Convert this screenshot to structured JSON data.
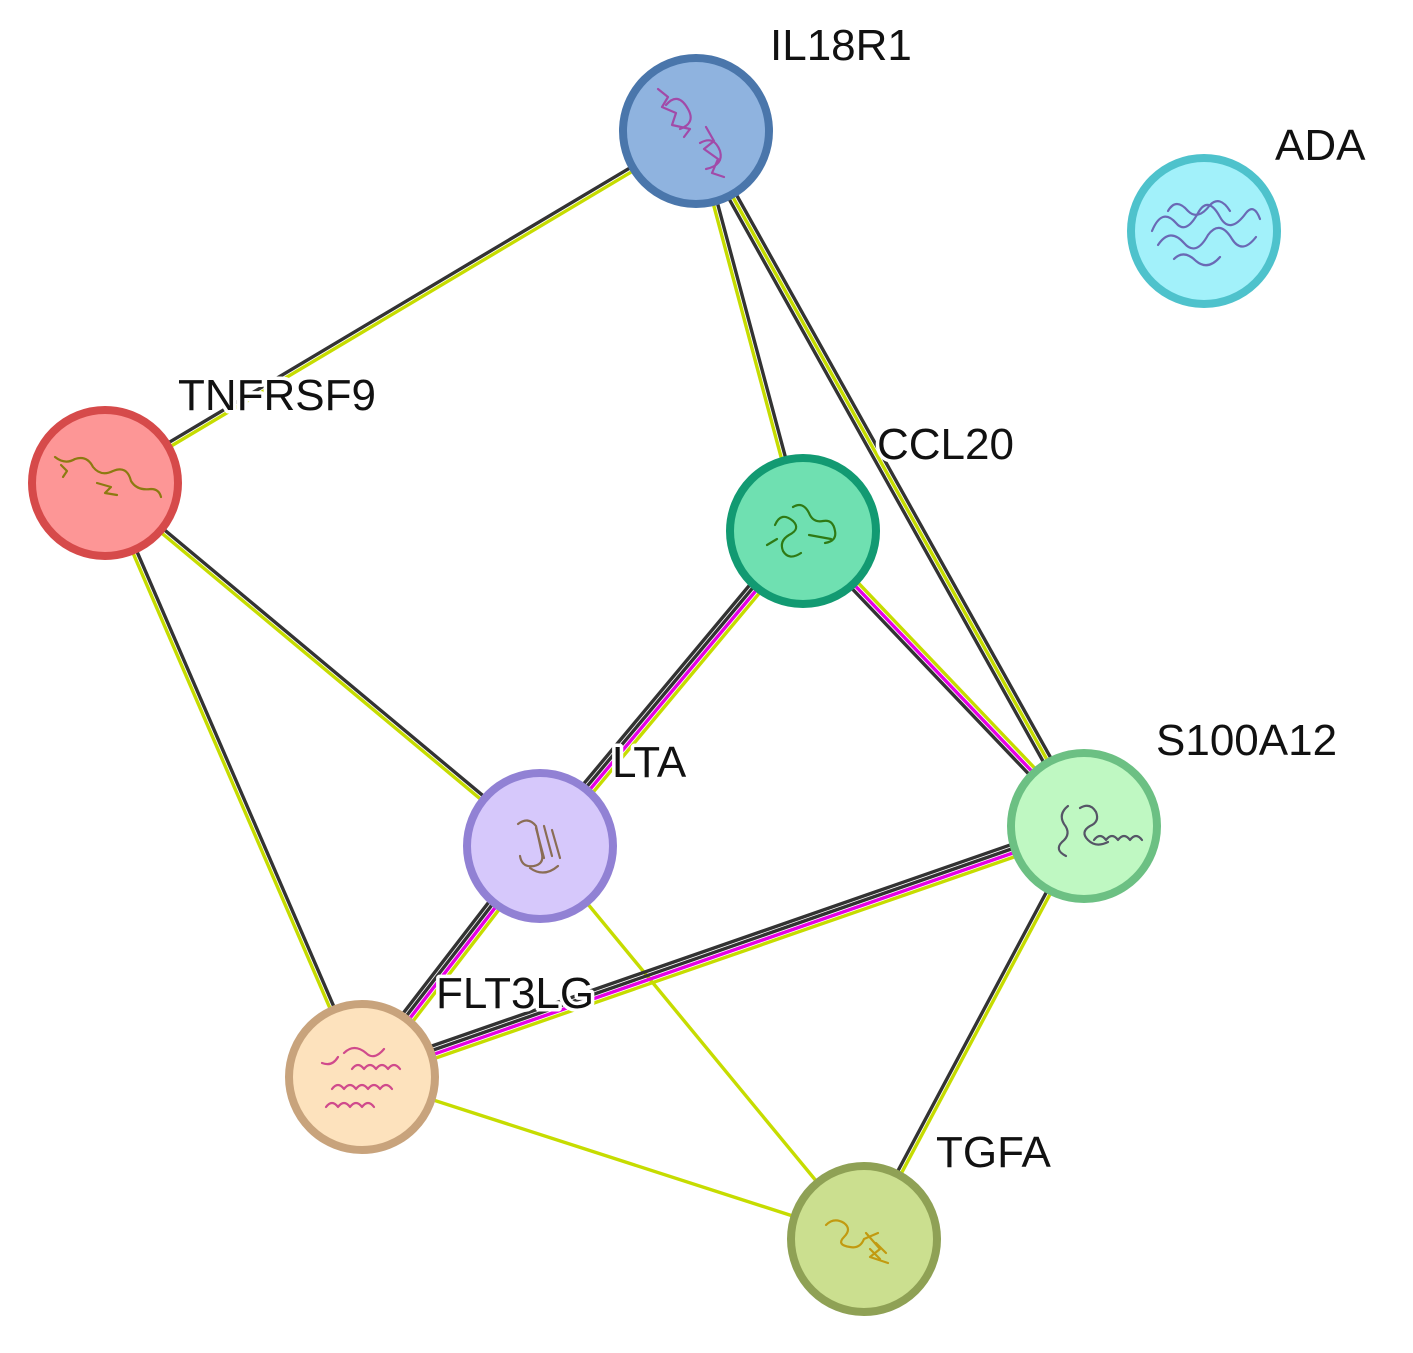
{
  "diagram": {
    "type": "protein-interaction-network",
    "nodes": [
      {
        "id": "IL18R1",
        "label": "IL18R1",
        "fill": "#8fb3df",
        "border": "#4a76ab",
        "glyph": "#a24aa8"
      },
      {
        "id": "ADA",
        "label": "ADA",
        "fill": "#a2f1fa",
        "border": "#4ec2cc",
        "glyph": "#6a69b5"
      },
      {
        "id": "TNFRSF9",
        "label": "TNFRSF9",
        "fill": "#fd9696",
        "border": "#d64a4a",
        "glyph": "#8c7a10"
      },
      {
        "id": "CCL20",
        "label": "CCL20",
        "fill": "#6fe0b1",
        "border": "#129a72",
        "glyph": "#2f7a14"
      },
      {
        "id": "LTA",
        "label": "LTA",
        "fill": "#d6c8fb",
        "border": "#9181d4",
        "glyph": "#8a6d55"
      },
      {
        "id": "S100A12",
        "label": "S100A12",
        "fill": "#bff8c2",
        "border": "#6cc083",
        "glyph": "#555566"
      },
      {
        "id": "FLT3LG",
        "label": "FLT3LG",
        "fill": "#fde2bd",
        "border": "#c8a37c",
        "glyph": "#d04a8c"
      },
      {
        "id": "TGFA",
        "label": "TGFA",
        "fill": "#cbdf8f",
        "border": "#8fa155",
        "glyph": "#c29a10"
      }
    ],
    "edges": [
      {
        "source": "IL18R1",
        "target": "TNFRSF9",
        "evidence": [
          "textmining",
          "coexpression"
        ]
      },
      {
        "source": "IL18R1",
        "target": "CCL20",
        "evidence": [
          "coexpression",
          "textmining"
        ]
      },
      {
        "source": "IL18R1",
        "target": "S100A12",
        "evidence": [
          "coexpression",
          "textmining",
          "coexpression"
        ]
      },
      {
        "source": "TNFRSF9",
        "target": "LTA",
        "evidence": [
          "coexpression",
          "textmining"
        ]
      },
      {
        "source": "TNFRSF9",
        "target": "FLT3LG",
        "evidence": [
          "coexpression",
          "textmining"
        ]
      },
      {
        "source": "CCL20",
        "target": "LTA",
        "evidence": [
          "textmining",
          "experimental",
          "coexpression",
          "coexpression"
        ]
      },
      {
        "source": "CCL20",
        "target": "S100A12",
        "evidence": [
          "textmining",
          "experimental",
          "coexpression"
        ]
      },
      {
        "source": "LTA",
        "target": "FLT3LG",
        "evidence": [
          "textmining",
          "experimental",
          "coexpression",
          "coexpression"
        ]
      },
      {
        "source": "LTA",
        "target": "TGFA",
        "evidence": [
          "textmining"
        ]
      },
      {
        "source": "S100A12",
        "target": "FLT3LG",
        "evidence": [
          "textmining",
          "experimental",
          "coexpression",
          "coexpression"
        ]
      },
      {
        "source": "S100A12",
        "target": "TGFA",
        "evidence": [
          "textmining",
          "coexpression"
        ]
      },
      {
        "source": "FLT3LG",
        "target": "TGFA",
        "evidence": [
          "textmining"
        ]
      }
    ],
    "evidence_colors": {
      "textmining": "#c6dc00",
      "coexpression": "#333333",
      "experimental": "#e600e6"
    }
  }
}
